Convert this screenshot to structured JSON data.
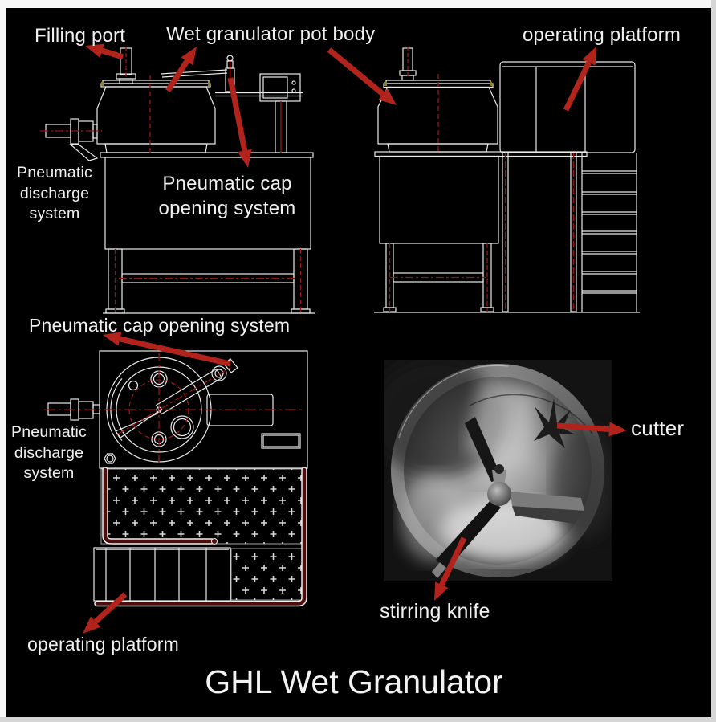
{
  "title": "GHL Wet Granulator",
  "labels": {
    "filling_port": "Filling port",
    "pot_body": "Wet granulator pot body",
    "operating_platform_top": "operating platform",
    "pneumatic_discharge_top": {
      "line1": "Pneumatic",
      "line2": "discharge",
      "line3": "system"
    },
    "pneumatic_cap_first": {
      "line1": "Pneumatic cap",
      "line2": "opening system"
    },
    "pneumatic_cap_second": "Pneumatic cap opening system",
    "pneumatic_discharge_bottom": {
      "line1": "Pneumatic",
      "line2": "discharge",
      "line3": "system"
    },
    "cutter": "cutter",
    "stirring_knife": "stirring knife",
    "operating_platform_bottom": "operating platform"
  },
  "colors": {
    "background": "#000000",
    "drawing_line": "#eaeaea",
    "centerline_red": "#931515",
    "annotation_arrow": "#b2231b",
    "tube_maroon": "#4f0e0e",
    "label_text": "#f0f0f0"
  }
}
